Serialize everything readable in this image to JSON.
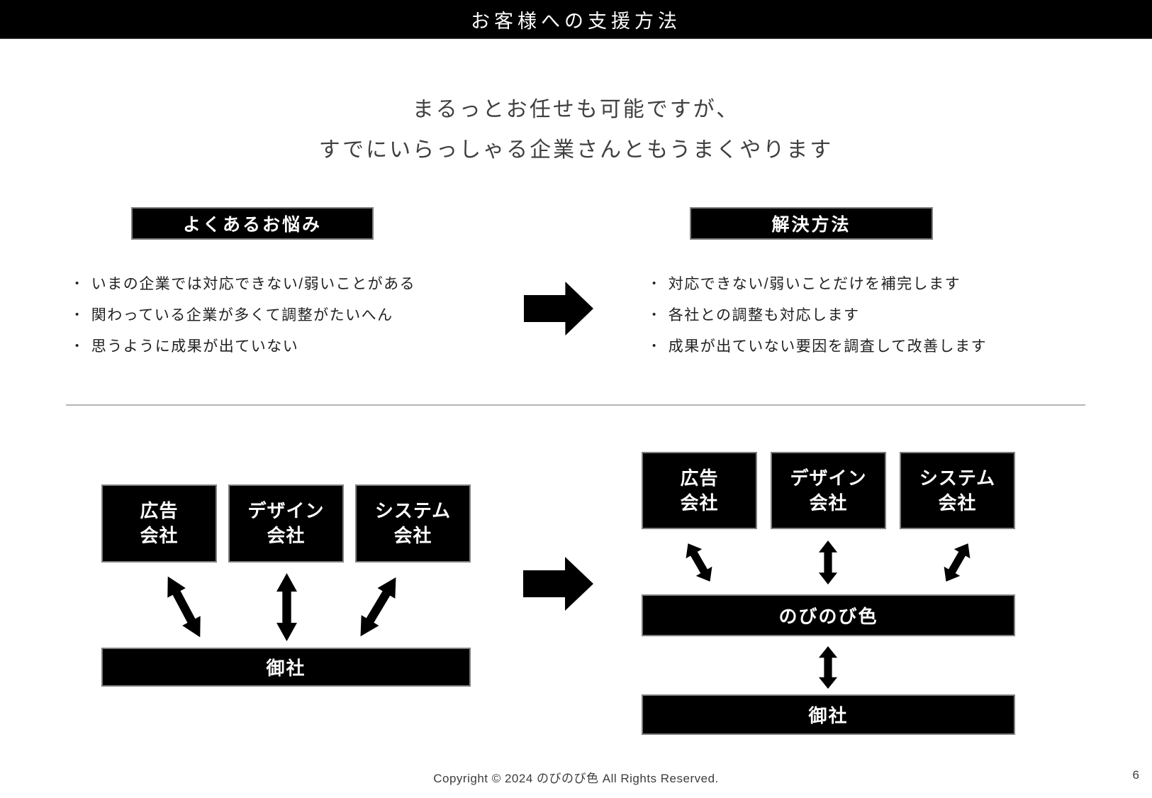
{
  "ui": {
    "bullet": "•"
  },
  "colors": {
    "shape_black": "#000000",
    "shape_border_gray": "#7f7f7f",
    "title_text_white": "#ffffff",
    "subtitle_gray": "#3f3f3f",
    "body_text": "#212121",
    "divider_gray": "#b5b5b5"
  },
  "slide": {
    "title": "お客様への支援方法",
    "subtitle_line1": "まるっとお任せも可能ですが、",
    "subtitle_line2": "すでにいらっしゃる企業さんともうまくやります",
    "footer": "Copyright © 2024 のびのび色 All Rights Reserved.",
    "page_number": "6"
  },
  "problems": {
    "heading": "よくあるお悩み",
    "items": [
      "いまの企業では対応できない/弱いことがある",
      "関わっている企業が多くて調整がたいへん",
      "思うように成果が出ていない"
    ]
  },
  "solutions": {
    "heading": "解決方法",
    "items": [
      "対応できない/弱いことだけを補完します",
      "各社との調整も対応します",
      "成果が出ていない要因を調査して改善します"
    ]
  },
  "companies": [
    {
      "line1": "広告",
      "line2": "会社"
    },
    {
      "line1": "デザイン",
      "line2": "会社"
    },
    {
      "line1": "システム",
      "line2": "会社"
    }
  ],
  "diagram_before": {
    "client": "御社"
  },
  "diagram_after": {
    "intermediary": "のびのび色",
    "client": "御社"
  }
}
